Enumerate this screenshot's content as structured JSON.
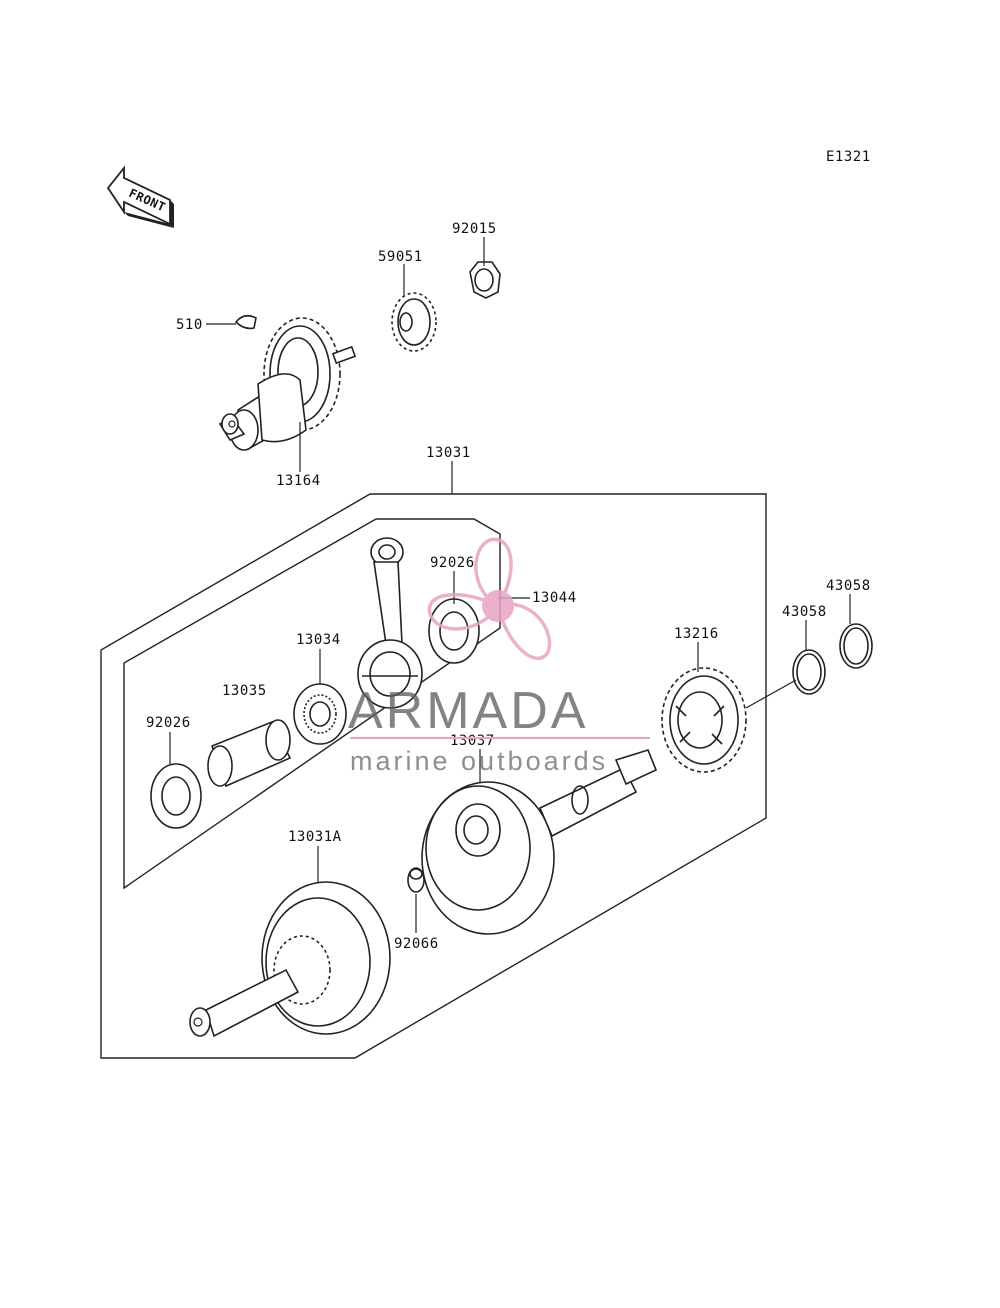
{
  "diagram_code": "E1321",
  "front_arrow_label": "FRONT",
  "parts": [
    {
      "id": "p510",
      "number": "510"
    },
    {
      "id": "p59051",
      "number": "59051"
    },
    {
      "id": "p92015",
      "number": "92015"
    },
    {
      "id": "p13164",
      "number": "13164"
    },
    {
      "id": "p13031",
      "number": "13031"
    },
    {
      "id": "p92026a",
      "number": "92026"
    },
    {
      "id": "p13044",
      "number": "13044"
    },
    {
      "id": "p13034",
      "number": "13034"
    },
    {
      "id": "p13035",
      "number": "13035"
    },
    {
      "id": "p92026b",
      "number": "92026"
    },
    {
      "id": "p13037",
      "number": "13037"
    },
    {
      "id": "p13216",
      "number": "13216"
    },
    {
      "id": "p43058a",
      "number": "43058"
    },
    {
      "id": "p43058b",
      "number": "43058"
    },
    {
      "id": "p13031A",
      "number": "13031A"
    },
    {
      "id": "p92066",
      "number": "92066"
    }
  ],
  "watermark": {
    "brand": "ARMADA",
    "tagline": "marine outboards",
    "logo_color": "#e8a3c4",
    "line_color": "#e8a3c4"
  }
}
